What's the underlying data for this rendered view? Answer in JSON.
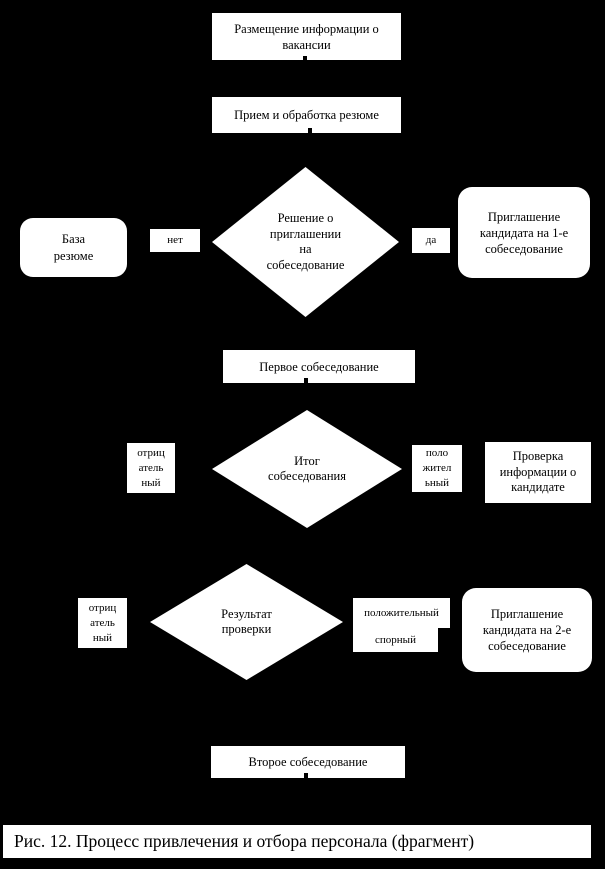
{
  "colors": {
    "background": "#000000",
    "shape_fill": "#ffffff",
    "text": "#000000"
  },
  "flowchart": {
    "nodes": {
      "vacancy": {
        "label": "Размещение информации о\nвакансии"
      },
      "resume_processing": {
        "label": "Прием и обработка резюме"
      },
      "invite_decision": {
        "label": "Решение о\nприглашении\nна\nсобеседование"
      },
      "resume_database": {
        "label": "База\nрезюме"
      },
      "no": {
        "label": "нет"
      },
      "yes": {
        "label": "да"
      },
      "invite_first": {
        "label": "Приглашение\nкандидата на 1-е\nсобеседование"
      },
      "first_interview": {
        "label": "Первое собеседование"
      },
      "interview_outcome": {
        "label": "Итог\nсобеседования"
      },
      "negative_1": {
        "label": "отриц\nатель\nный"
      },
      "positive_1": {
        "label": "поло\nжител\nьный"
      },
      "candidate_check": {
        "label": "Проверка\nинформации о\nкандидате"
      },
      "check_result": {
        "label": "Результат\nпроверки"
      },
      "negative_2": {
        "label": "отриц\nатель\nный"
      },
      "positive_2": {
        "label": "положительный"
      },
      "disputed": {
        "label": "спорный"
      },
      "invite_second": {
        "label": "Приглашение\nкандидата на 2-е\nсобеседование"
      },
      "second_interview": {
        "label": "Второе собеседование"
      }
    },
    "caption": "Рис. 12. Процесс привлечения и отбора персонала (фрагмент)"
  }
}
